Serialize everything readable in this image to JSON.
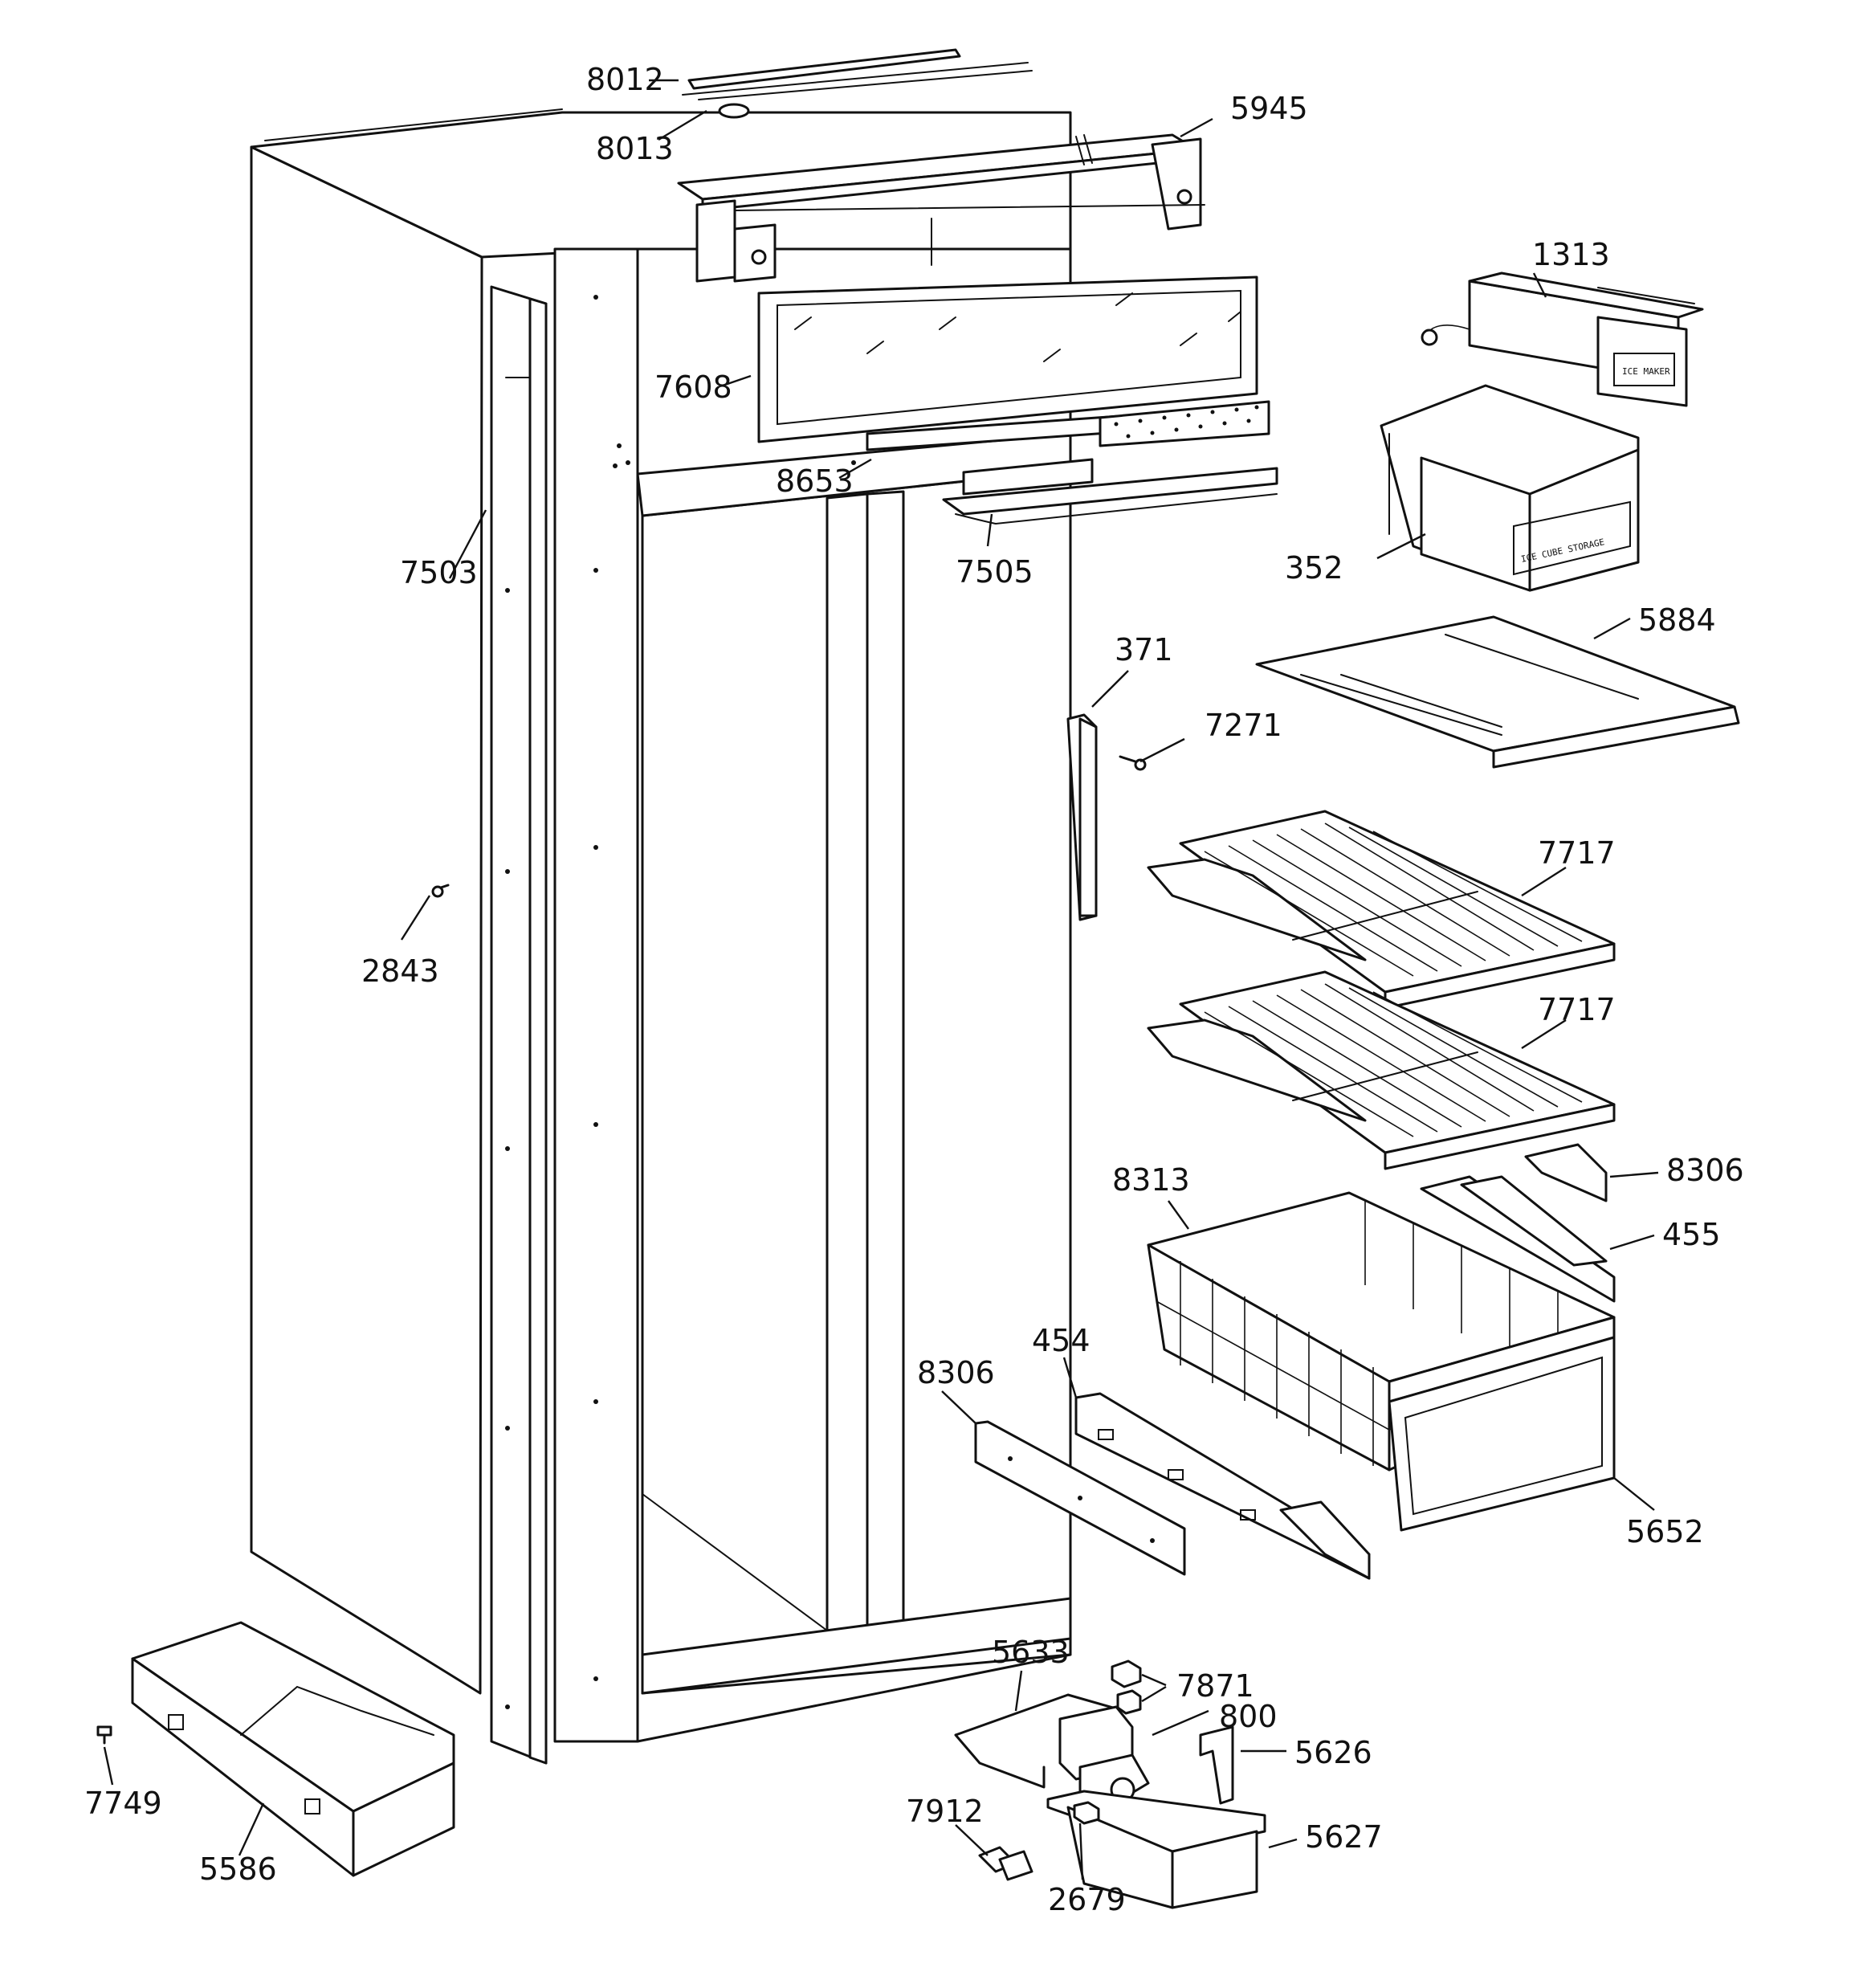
{
  "diagram": {
    "labels": [
      {
        "key": "p8012",
        "text": "8012"
      },
      {
        "key": "p8013",
        "text": "8013"
      },
      {
        "key": "p5945",
        "text": "5945"
      },
      {
        "key": "p1313",
        "text": "1313"
      },
      {
        "key": "p7608",
        "text": "7608"
      },
      {
        "key": "p8653",
        "text": "8653"
      },
      {
        "key": "p7503",
        "text": "7503"
      },
      {
        "key": "p7505",
        "text": "7505"
      },
      {
        "key": "p352",
        "text": "352"
      },
      {
        "key": "p5884",
        "text": "5884"
      },
      {
        "key": "p371",
        "text": "371"
      },
      {
        "key": "p7271",
        "text": "7271"
      },
      {
        "key": "p7717a",
        "text": "7717"
      },
      {
        "key": "p2843",
        "text": "2843"
      },
      {
        "key": "p7717b",
        "text": "7717"
      },
      {
        "key": "p8306a",
        "text": "8306"
      },
      {
        "key": "p8313",
        "text": "8313"
      },
      {
        "key": "p455",
        "text": "455"
      },
      {
        "key": "p454",
        "text": "454"
      },
      {
        "key": "p8306b",
        "text": "8306"
      },
      {
        "key": "p5652",
        "text": "5652"
      },
      {
        "key": "p5633",
        "text": "5633"
      },
      {
        "key": "p7871",
        "text": "7871"
      },
      {
        "key": "p800",
        "text": "800"
      },
      {
        "key": "p5626",
        "text": "5626"
      },
      {
        "key": "p7749",
        "text": "7749"
      },
      {
        "key": "p7912",
        "text": "7912"
      },
      {
        "key": "p5627",
        "text": "5627"
      },
      {
        "key": "p5586",
        "text": "5586"
      },
      {
        "key": "p2679",
        "text": "2679"
      }
    ],
    "printed_text": {
      "ice_maker": "ICE MAKER",
      "ice_storage": "ICE CUBE STORAGE"
    }
  }
}
